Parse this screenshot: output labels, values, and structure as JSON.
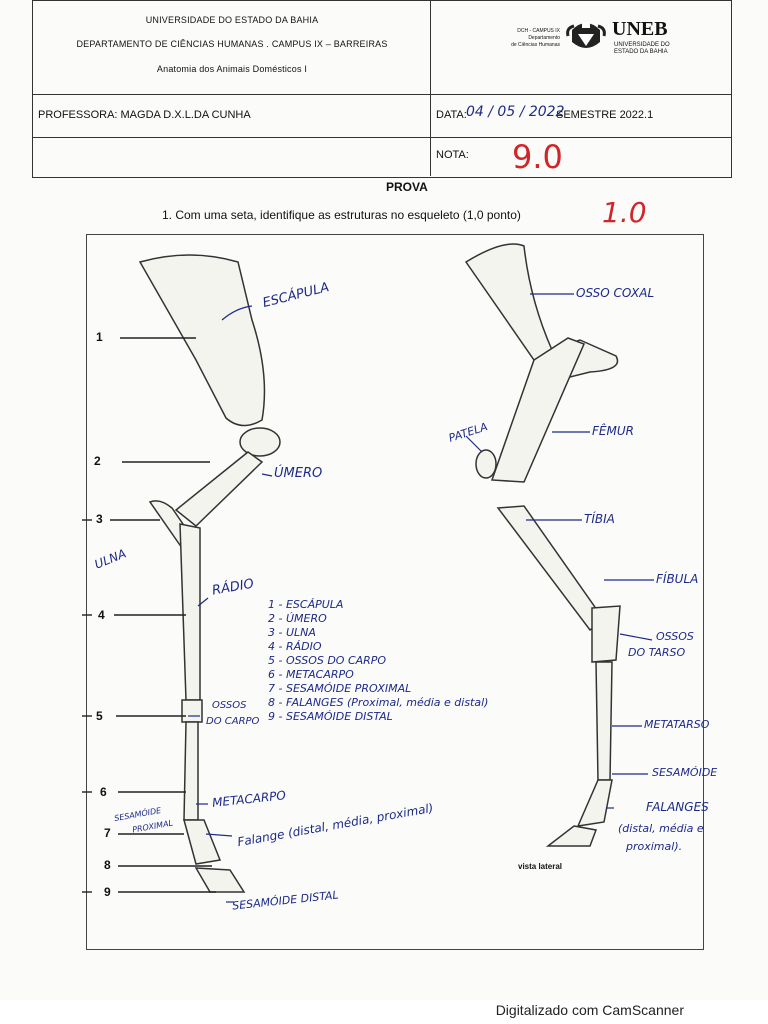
{
  "header": {
    "university": "UNIVERSIDADE DO ESTADO DA BAHIA",
    "department": "DEPARTAMENTO DE CIÊNCIAS HUMANAS . CAMPUS IX – BARREIRAS",
    "course": "Anatomia dos Animais Domésticos I",
    "logo_small_line1": "DCH - CAMPUS IX",
    "logo_small_line2": "Departamento",
    "logo_small_line3": "de Ciências Humanas",
    "logo_name": "UNEB",
    "logo_sub1": "UNIVERSIDADE DO",
    "logo_sub2": "ESTADO DA BAHIA",
    "professor_label": "PROFESSORA: MAGDA D.X.L.DA CUNHA",
    "date_label": "DATA:",
    "date_value": "04 / 05 / 2022",
    "semester": "SEMESTRE 2022.1",
    "nota_label": "NOTA:",
    "nota_value": "9.0"
  },
  "exam": {
    "title": "PROVA",
    "question": "1.   Com uma seta, identifique as estruturas no esqueleto (1,0 ponto)",
    "score": "1.0"
  },
  "forelimb": {
    "numbers": [
      "1",
      "2",
      "3",
      "4",
      "5",
      "6",
      "7",
      "8",
      "9"
    ],
    "labels": {
      "escapula": "ESCÁPULA",
      "umero": "ÚMERO",
      "ulna": "ULNA",
      "radio": "RÁDIO",
      "ossos_carpo_1": "OSSOS",
      "ossos_carpo_2": "DO CARPO",
      "metacarpo": "METACARPO",
      "sesamoide_prox_1": "SESAMÓIDE",
      "sesamoide_prox_2": "PROXIMAL",
      "falange": "Falange (distal, média, proximal)",
      "sesamoide_distal": "SESAMÓIDE DISTAL"
    }
  },
  "legend": [
    "1 - ESCÁPULA",
    "2 - ÚMERO",
    "3 - ULNA",
    "4 - RÁDIO",
    "5 - OSSOS DO CARPO",
    "6 - METACARPO",
    "7 - SESAMÓIDE PROXIMAL",
    "8 - FALANGES (Proximal, média e distal)",
    "9 - SESAMÓIDE DISTAL"
  ],
  "hindlimb": {
    "labels": {
      "osso_coxal": "OSSO COXAL",
      "patela": "PATELA",
      "femur": "FÊMUR",
      "tibia": "TÍBIA",
      "fibula": "FÍBULA",
      "ossos_tarso_1": "OSSOS",
      "ossos_tarso_2": "DO TARSO",
      "metatarso": "METATARSO",
      "sesamoide": "SESAMÓIDE",
      "falanges_1": "FALANGES",
      "falanges_2": "(distal, média e",
      "falanges_3": "proximal)."
    },
    "caption": "vista lateral"
  },
  "footer": "Digitalizado com CamScanner",
  "colors": {
    "ink": "#1d2a8a",
    "grade": "#d0262a",
    "line": "#333333"
  }
}
